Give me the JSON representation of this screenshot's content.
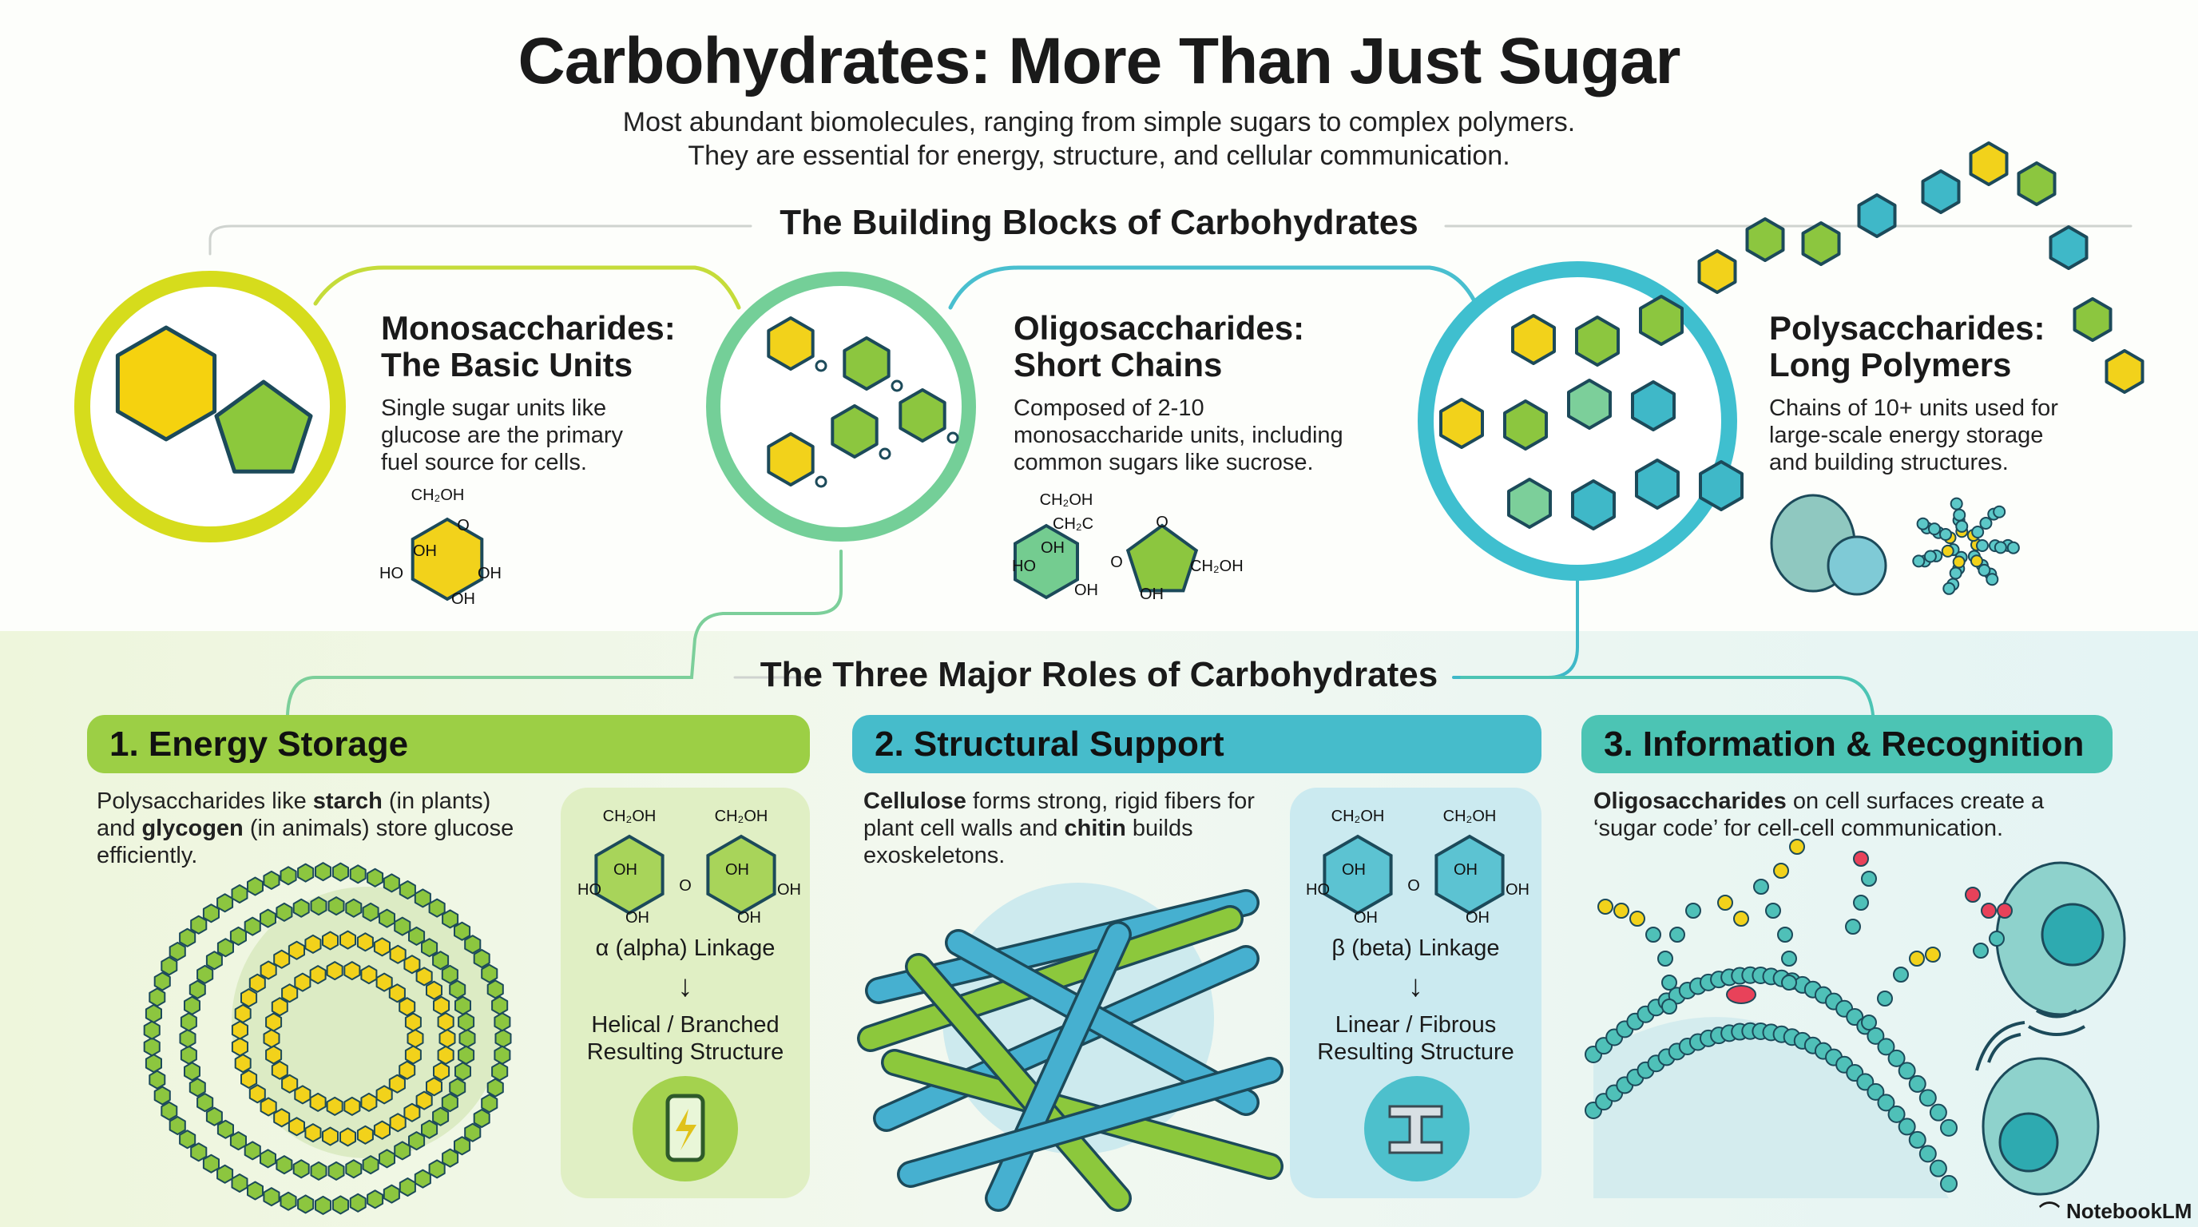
{
  "header": {
    "title": "Carbohydrates: More Than Just Sugar",
    "subtitle_line1": "Most abundant biomolecules, ranging from simple sugars to complex polymers.",
    "subtitle_line2": "They are essential for energy, structure, and cellular communication."
  },
  "building_blocks": {
    "heading": "The Building Blocks of Carbohydrates",
    "mono": {
      "title1": "Monosaccharides:",
      "title2": "The Basic Units",
      "body": [
        "Single sugar units like",
        "glucose are the primary",
        "fuel source for cells."
      ]
    },
    "oligo": {
      "title1": "Oligosaccharides:",
      "title2": "Short Chains",
      "body": [
        "Composed of 2-10",
        "monosaccharide units, including",
        "common sugars like sucrose."
      ]
    },
    "poly": {
      "title1": "Polysaccharides:",
      "title2": "Long Polymers",
      "body": [
        "Chains of 10+ units used for",
        "large-scale energy storage",
        "and building structures."
      ]
    }
  },
  "chem": {
    "ch2oh": "CH₂OH",
    "ch2c": "CH₂C",
    "oh": "OH",
    "ho": "HO",
    "o": "O"
  },
  "roles": {
    "heading": "The Three Major Roles of Carbohydrates",
    "energy": {
      "bar": "1. Energy Storage",
      "body_a": "Polysaccharides like ",
      "starch": "starch",
      "body_b": " (in plants)",
      "body_c": "and ",
      "glycogen": "glycogen",
      "body_d": " (in animals) store glucose",
      "body_e": "efficiently.",
      "linkage": "α (alpha) Linkage",
      "arrow": "↓",
      "result1": "Helical / Branched",
      "result2": "Resulting Structure"
    },
    "structure": {
      "bar": "2. Structural Support",
      "cellulose": "Cellulose",
      "body_a": " forms strong, rigid fibers for",
      "body_b": "plant cell walls and ",
      "chitin": "chitin",
      "body_c": " builds",
      "body_d": "exoskeletons.",
      "linkage": "β (beta) Linkage",
      "arrow": "↓",
      "result1": "Linear / Fibrous",
      "result2": "Resulting Structure"
    },
    "info": {
      "bar": "3. Information & Recognition",
      "oligo": "Oligosaccharides",
      "body_a": " on cell surfaces create a",
      "body_b": "‘sugar code’ for cell-cell communication."
    }
  },
  "footer": {
    "brand": "NotebookLM"
  },
  "colors": {
    "yellow": "#f2d21b",
    "lime": "#8cc63f",
    "green": "#7ccf9a",
    "teal": "#3fb8c8",
    "outline": "#1c4a5a",
    "red": "#e8425a"
  }
}
